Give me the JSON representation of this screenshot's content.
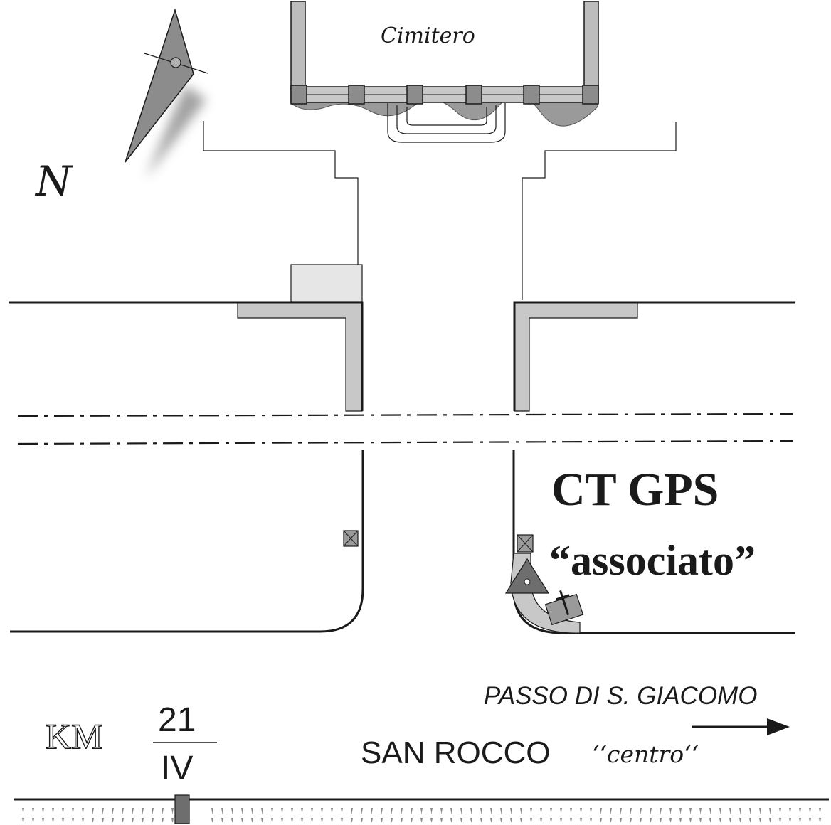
{
  "labels": {
    "cemetery": "Cimitero",
    "north": "N",
    "point_title": "CT GPS",
    "point_subtitle": "“associato”",
    "km_label": "KM",
    "km_number": "21",
    "km_roman": "IV",
    "direction_far": "PASSO DI S. GIACOMO",
    "direction_near": "SAN ROCCO",
    "direction_near_note": "‘‘centro‘‘"
  },
  "icons": {
    "compass": "north-arrow-icon",
    "gps_marker": "gps-triangle-icon",
    "church": "church-cross-icon",
    "manhole": "manhole-icon",
    "direction_arrow": "arrow-right-icon"
  },
  "colors": {
    "line": "#1a1a1a",
    "fill_light": "#c8c8c8",
    "fill_mid": "#9a9a9a",
    "fill_dark": "#6e6e6e",
    "box": "#e6e6e6"
  }
}
